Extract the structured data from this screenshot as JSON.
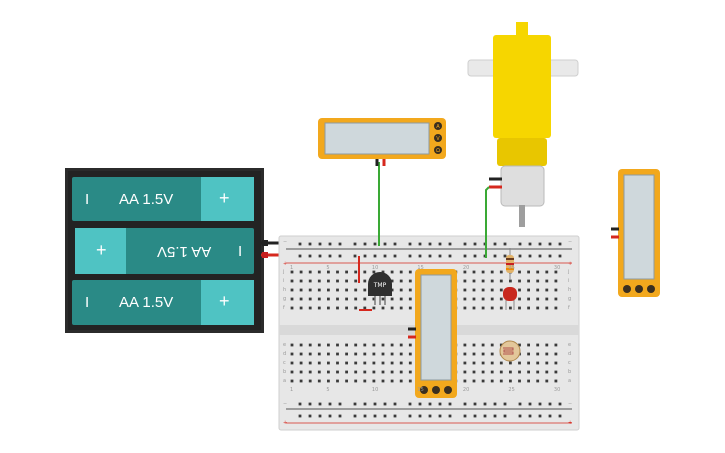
{
  "batteries": [
    {
      "label": "AA 1.5V",
      "minus": "I",
      "plus": "+",
      "flipped": false
    },
    {
      "label": "AA 1.5V",
      "minus": "I",
      "plus": "+",
      "flipped": true
    },
    {
      "label": "AA 1.5V",
      "minus": "I",
      "plus": "+",
      "flipped": false
    }
  ],
  "sensor_label": "TMP",
  "meter_buttons": [
    "A",
    "V",
    "Ω"
  ],
  "breadboard": {
    "rail_minus": "−",
    "rail_plus": "+",
    "row_letters_top": [
      "j",
      "i",
      "h",
      "g",
      "f"
    ],
    "row_letters_bottom": [
      "e",
      "d",
      "c",
      "b",
      "a"
    ],
    "column_numbers": [
      "1",
      "5",
      "10",
      "15",
      "20",
      "25",
      "30"
    ]
  },
  "colors": {
    "battery_case": "#2b2b2b",
    "battery_body": "#2a8a86",
    "battery_cap": "#4fc3c3",
    "meter_frame": "#f2a81d",
    "meter_screen": "#cfd8dc",
    "motor_yellow": "#f6d600",
    "wire_green": "#3aa935",
    "wire_red": "#d6281e",
    "breadboard": "#e7e7e7"
  }
}
